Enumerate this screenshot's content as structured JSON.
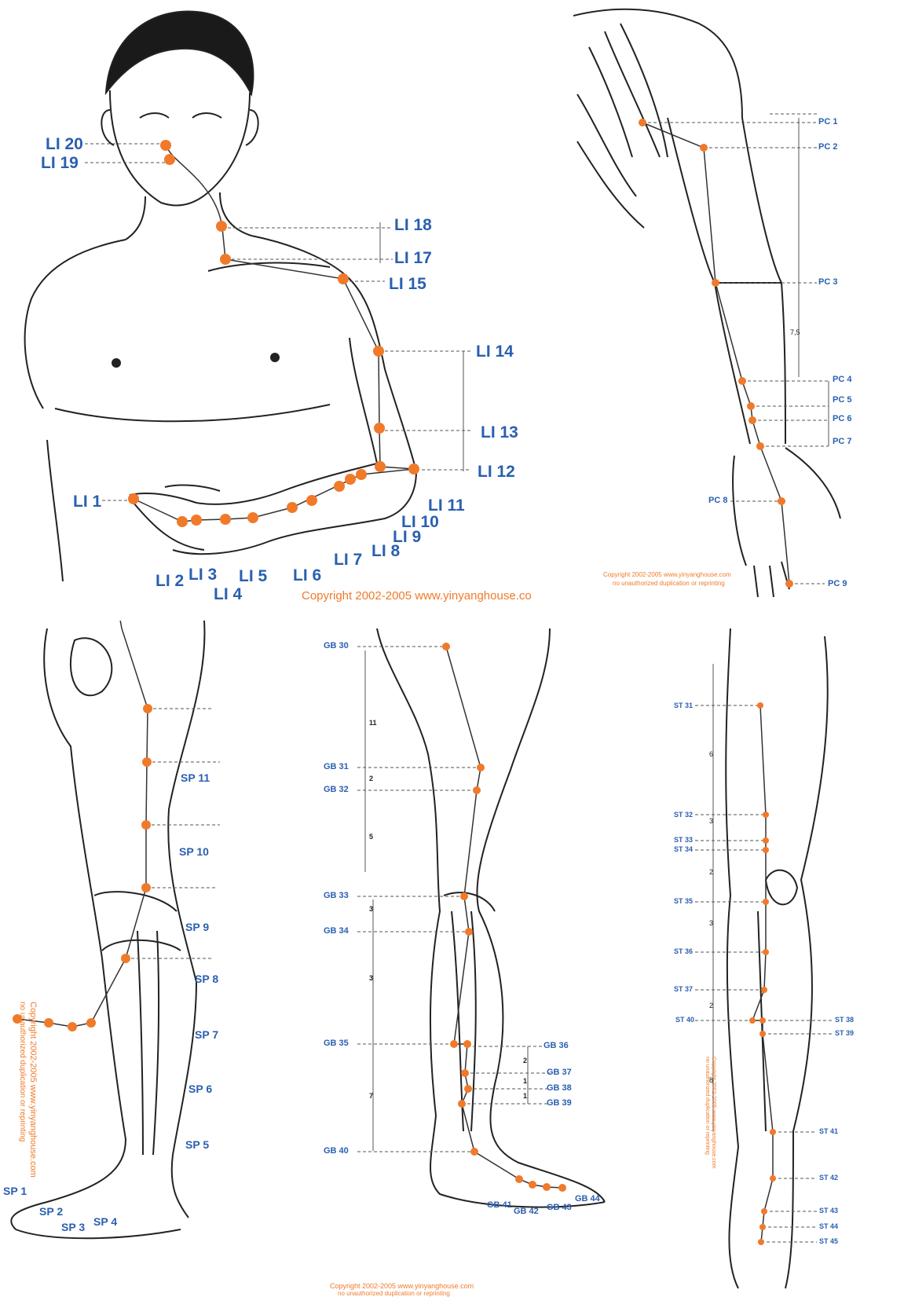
{
  "colors": {
    "point": "#f07a2a",
    "label": "#2a5fb0",
    "copyright": "#f07a2a",
    "line": "#222222"
  },
  "panels": {
    "large_intestine": {
      "labels": [
        "LI 20",
        "LI 19",
        "LI 18",
        "LI 17",
        "LI 15",
        "LI 14",
        "LI 13",
        "LI 12",
        "LI 1",
        "LI 11",
        "LI 10",
        "LI 9",
        "LI 8",
        "LI 7",
        "LI 6",
        "LI 5",
        "LI 4",
        "LI 3",
        "LI 2"
      ],
      "copyright": "Copyright 2002-2005 www.yinyanghouse.co"
    },
    "pericardium": {
      "labels": [
        "PC 1",
        "PC 2",
        "PC 3",
        "PC 4",
        "PC 5",
        "PC 6",
        "PC 7",
        "PC 8",
        "PC 9"
      ],
      "measures": [
        "7,5"
      ],
      "copyright": "Copyright 2002-2005 www.yinyanghouse.com",
      "copyright2": "no unauthorized duplication or reprinting"
    },
    "spleen": {
      "labels": [
        "SP 11",
        "SP 10",
        "SP 9",
        "SP 8",
        "SP 7",
        "SP 6",
        "SP 5",
        "SP 1",
        "SP 2",
        "SP 3",
        "SP 4"
      ],
      "copyright": "Copyright 2002-2005 www.yinyanghouse.com",
      "copyright2": "no unauthorized duplication or reprinting"
    },
    "gallbladder": {
      "labels": [
        "GB 30",
        "GB 31",
        "GB 32",
        "GB 33",
        "GB 34",
        "GB 35",
        "GB 36",
        "GB 37",
        "GB 38",
        "GB 39",
        "GB 40",
        "GB 41",
        "GB 42",
        "GB 43",
        "GB 44"
      ],
      "measures": [
        "11",
        "2",
        "5",
        "3",
        "3",
        "7",
        "2",
        "1",
        "1"
      ],
      "copyright": "Copyright 2002-2005 www.yinyanghouse.com",
      "copyright2": "no unauthorized duplication or reprinting"
    },
    "stomach": {
      "labels": [
        "ST 31",
        "ST 32",
        "ST 33",
        "ST 34",
        "ST 35",
        "ST 36",
        "ST 37",
        "ST 40",
        "ST 38",
        "ST 39",
        "ST 41",
        "ST 42",
        "ST 43",
        "ST 44",
        "ST 45"
      ],
      "measures": [
        "6",
        "3",
        "2",
        "3",
        "2",
        "8"
      ],
      "copyright": "Copyright 2002-2005 www.yinyanghouse.com",
      "copyright2": "no unauthorized duplication or reprinting"
    }
  }
}
